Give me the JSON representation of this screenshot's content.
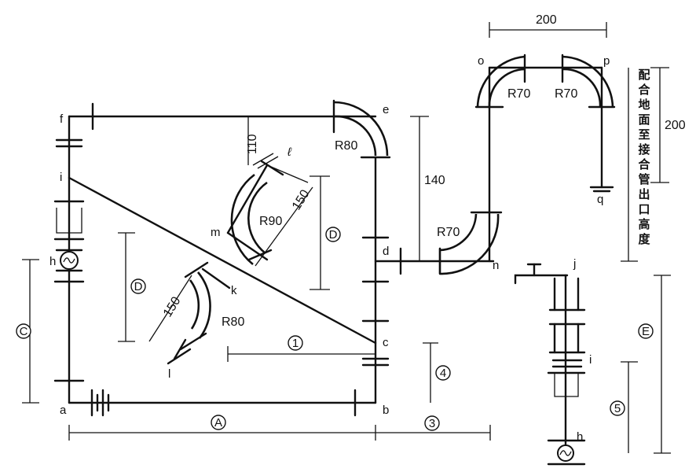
{
  "points": {
    "a": "a",
    "b": "b",
    "c": "c",
    "d": "d",
    "e": "e",
    "f": "f",
    "i": "i",
    "h": "h",
    "m": "m",
    "k": "k",
    "l": "l",
    "n": "n",
    "o": "o",
    "p": "p",
    "q": "q",
    "j": "j",
    "i2": "i",
    "h2": "h",
    "ell": "ℓ"
  },
  "radii": {
    "r80_top": "R80",
    "r90": "R90",
    "r80_low": "R80",
    "r70_mid": "R70",
    "r70_o": "R70",
    "r70_p": "R70"
  },
  "dimensions": {
    "dim_200_top": "200",
    "dim_200_right": "200",
    "dim_140": "140",
    "dim_110": "110",
    "dim_150_upper": "150",
    "dim_150_lower": "150"
  },
  "circled": {
    "A": "A",
    "C": "C",
    "D_upper": "D",
    "D_lower": "D",
    "E": "E",
    "one": "1",
    "three": "3",
    "four": "4",
    "five": "5"
  },
  "vertical_text": [
    "配",
    "合",
    "地",
    "面",
    "至",
    "接",
    "合",
    "管",
    "出",
    "口",
    "高",
    "度"
  ]
}
